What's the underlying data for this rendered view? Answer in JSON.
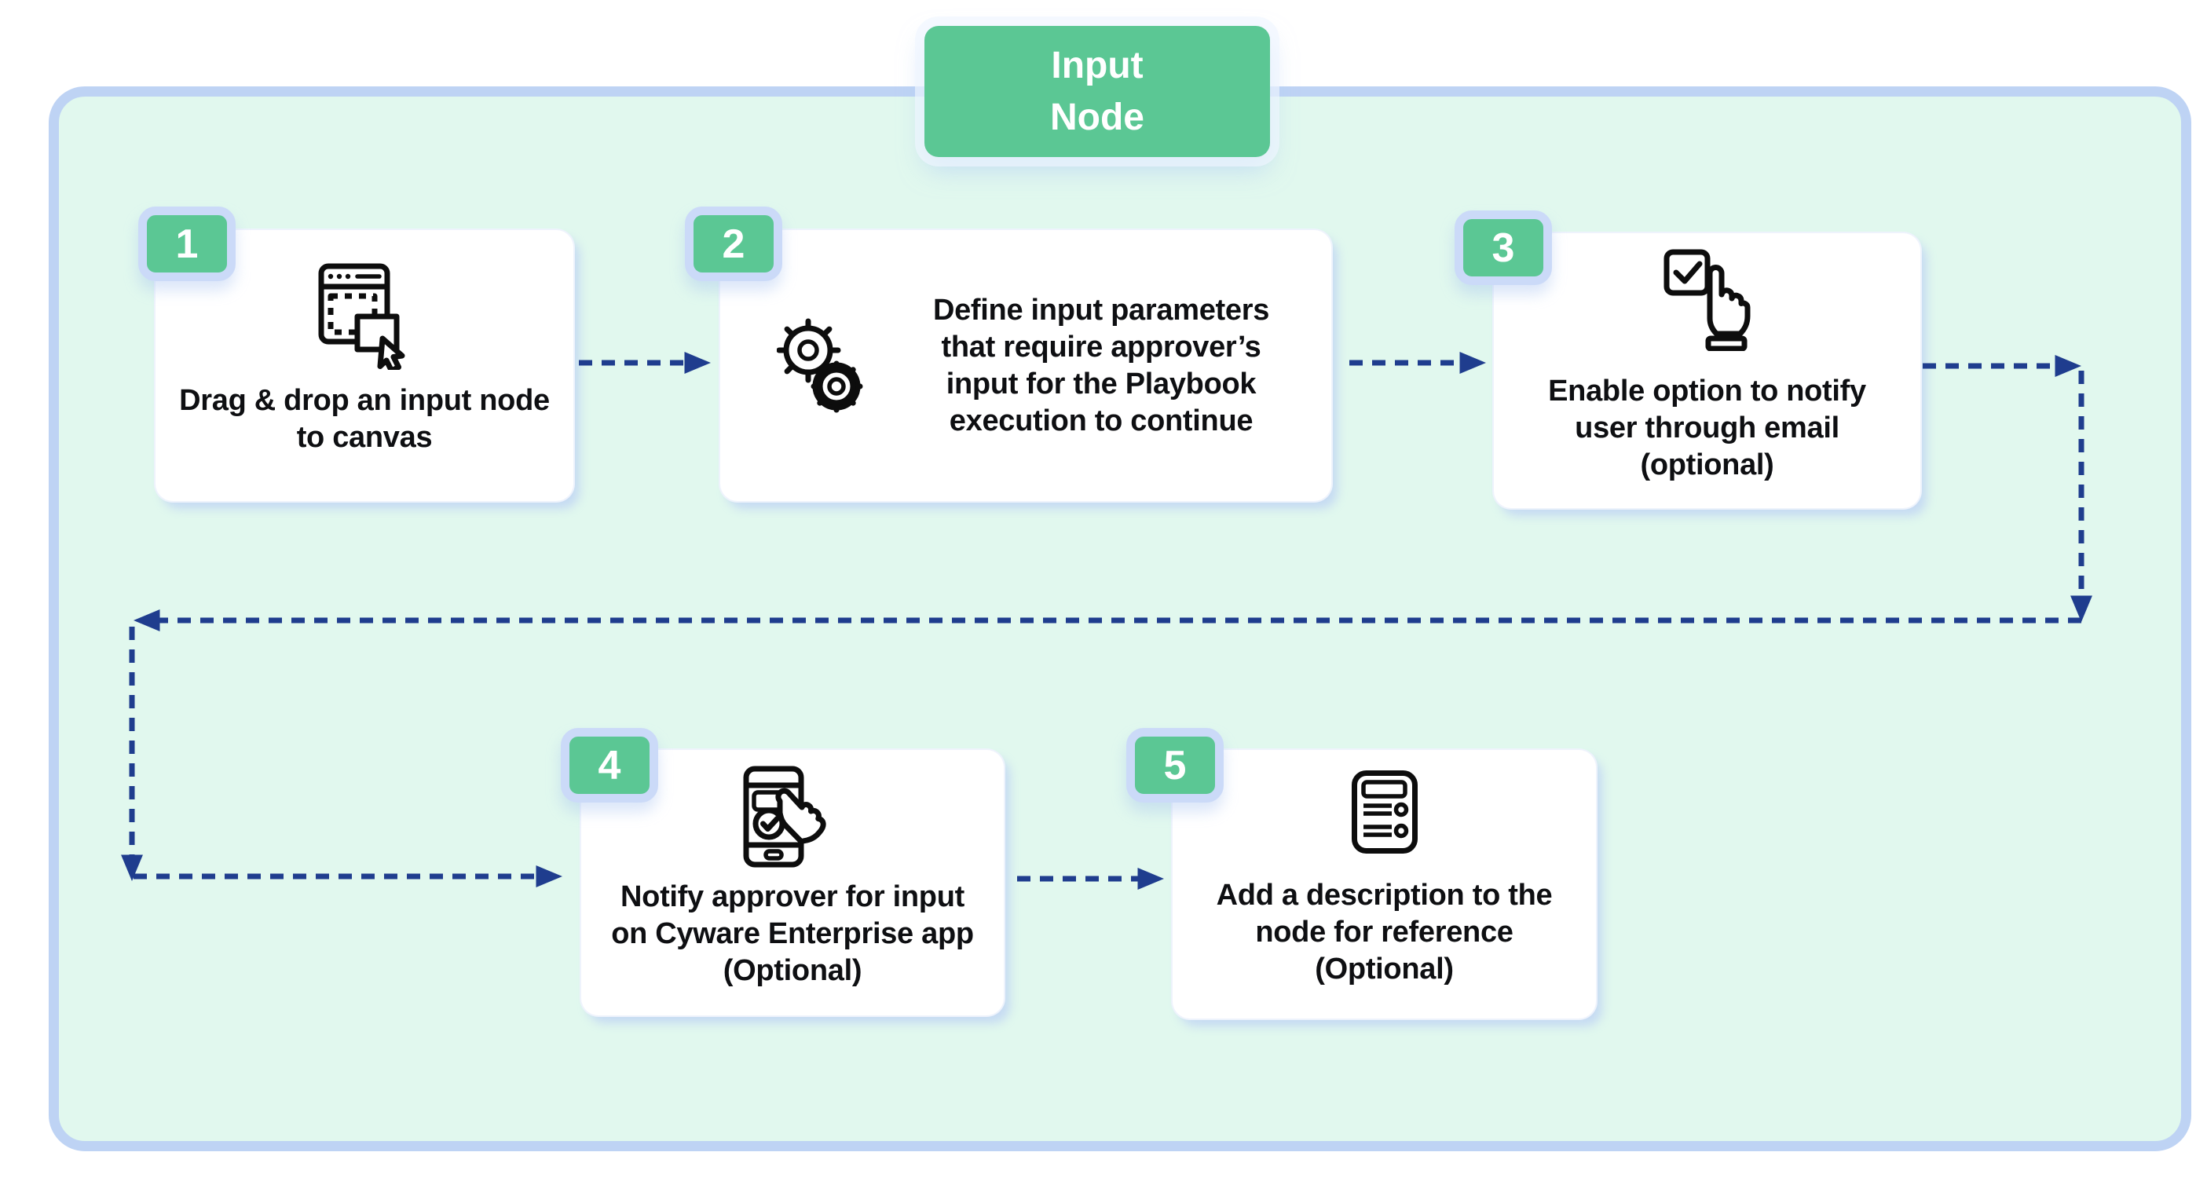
{
  "header": {
    "title": "Input\nNode"
  },
  "colors": {
    "accent_green": "#5bc794",
    "panel_background": "#e1f8ee",
    "panel_border": "#bed3f4",
    "badge_border": "#cbdaf8",
    "arrow_navy": "#1f3d8e",
    "card_background": "#ffffff",
    "text_black": "#0e0f12"
  },
  "steps": [
    {
      "number": "1",
      "icon": "drag-drop-icon",
      "label": "Drag & drop an input node\nto canvas"
    },
    {
      "number": "2",
      "icon": "gears-icon",
      "label": "Define input parameters\nthat require approver’s\ninput for the Playbook\nexecution to continue"
    },
    {
      "number": "3",
      "icon": "checkbox-tap-icon",
      "label": "Enable option to notify\nuser through email\n(optional)"
    },
    {
      "number": "4",
      "icon": "mobile-approve-icon",
      "label": "Notify approver for input\non Cyware Enterprise app\n(Optional)"
    },
    {
      "number": "5",
      "icon": "description-icon",
      "label": "Add a description to the\nnode for reference\n(Optional)"
    }
  ]
}
